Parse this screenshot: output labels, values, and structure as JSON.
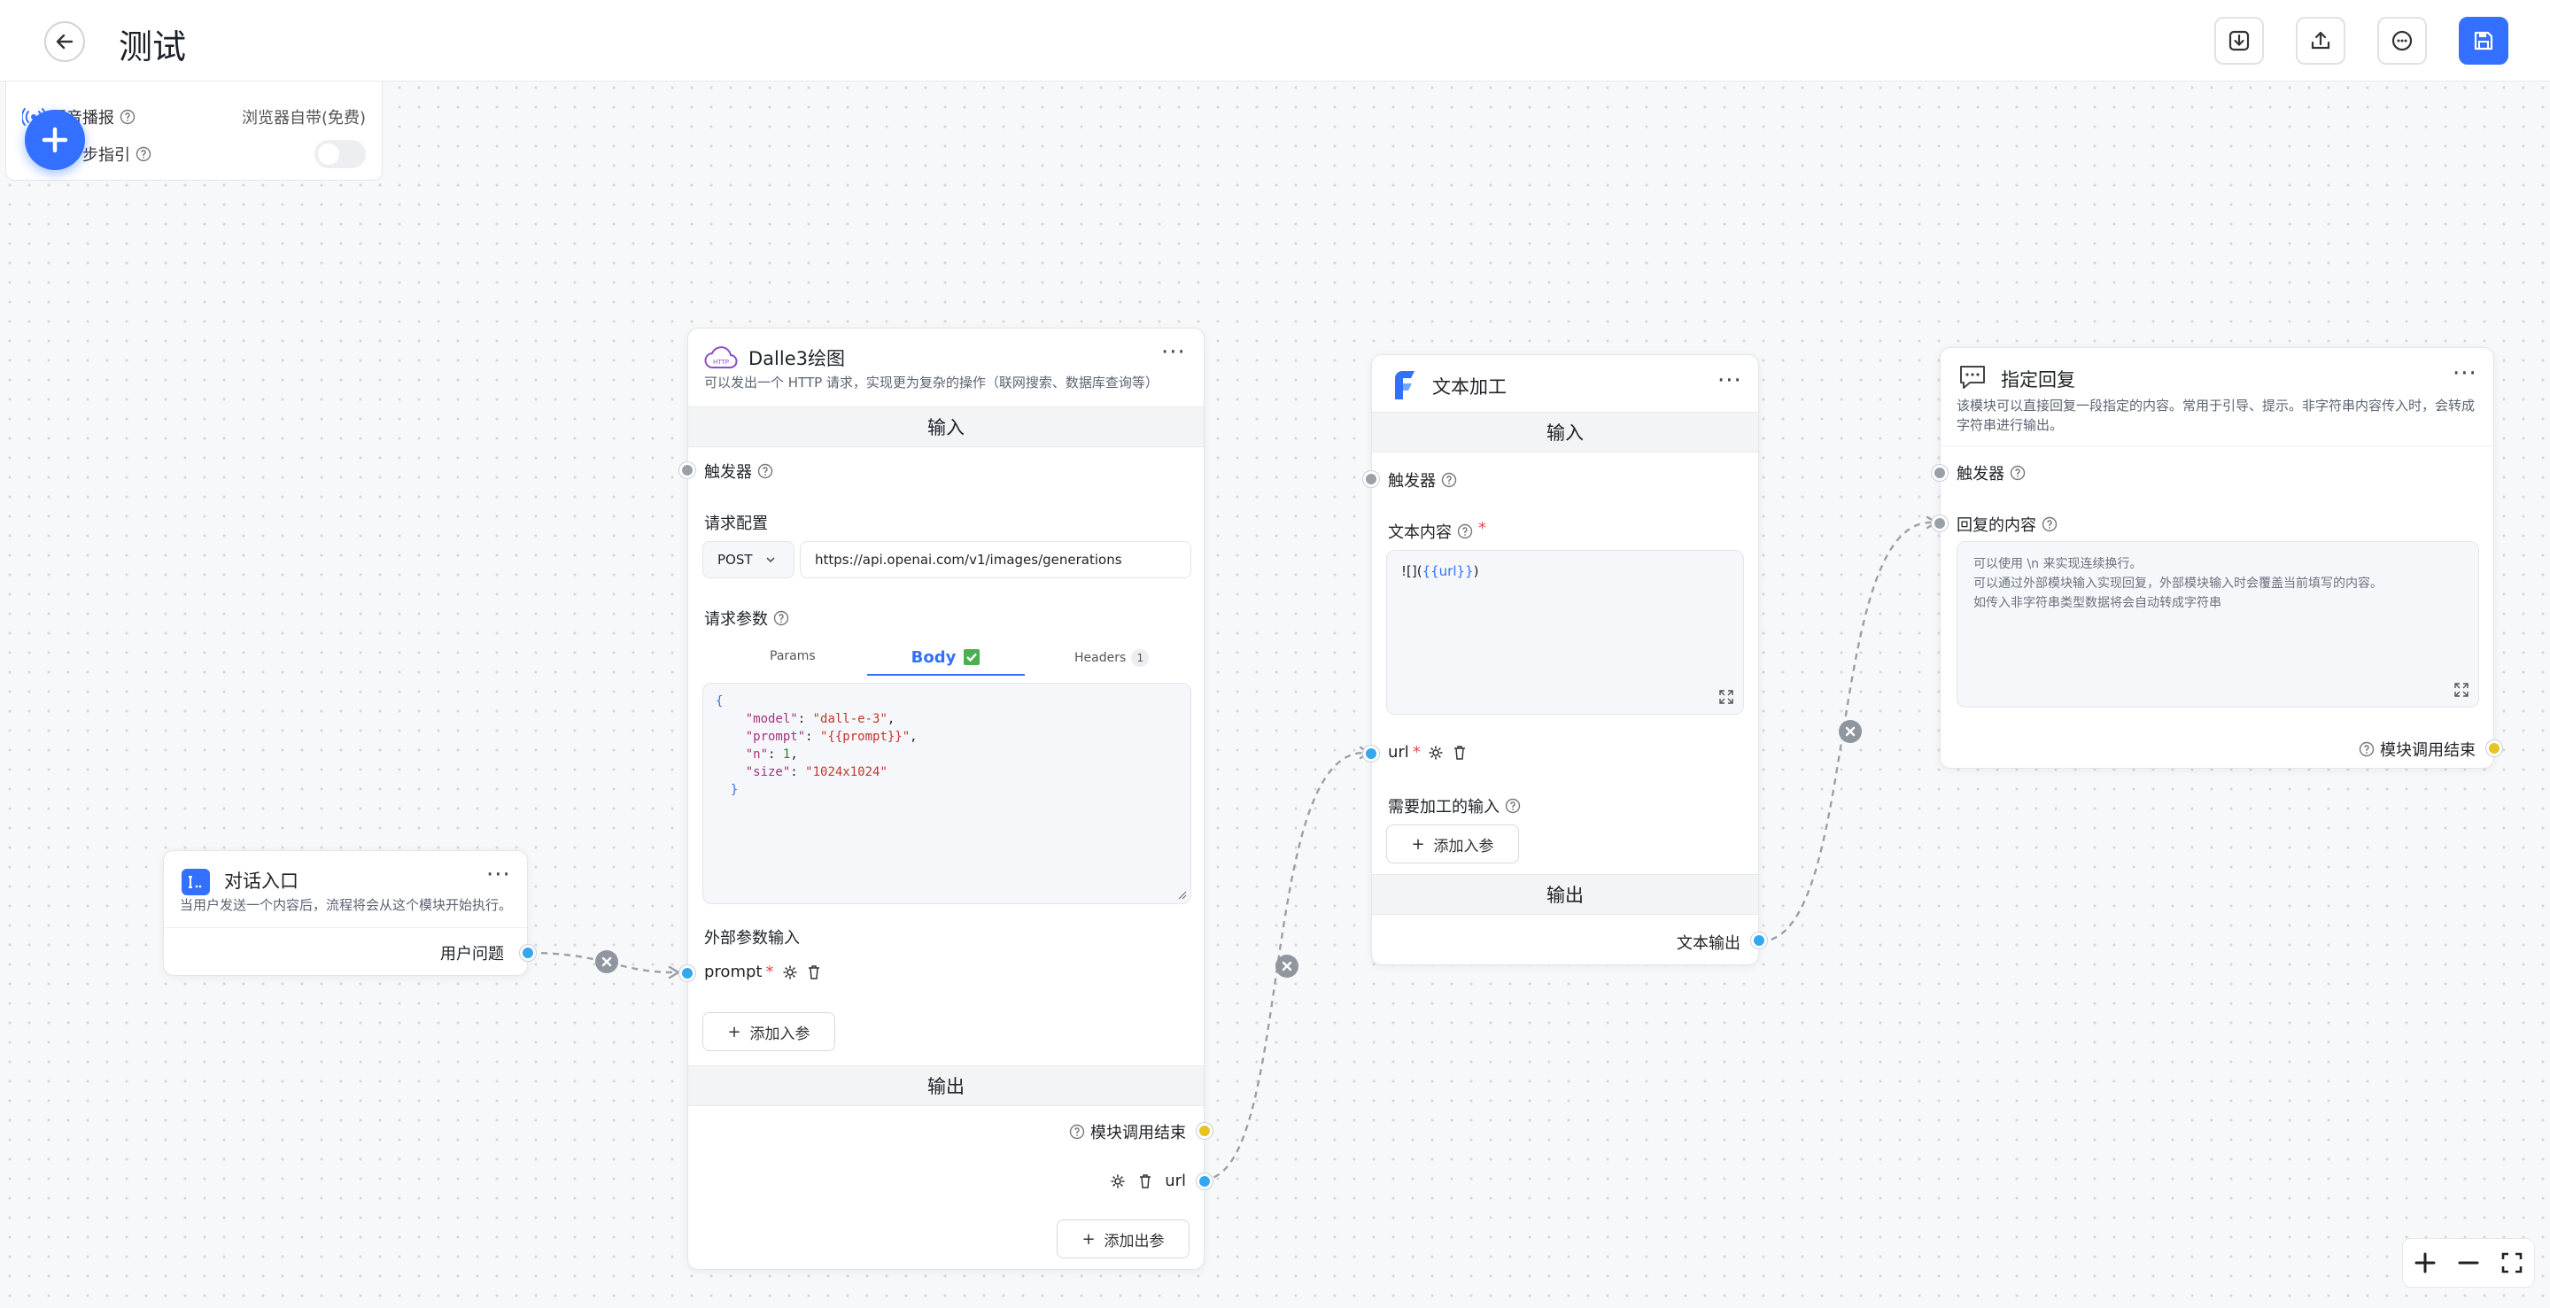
{
  "header": {
    "title": "测试"
  },
  "settings": {
    "voice_label": "语音播报",
    "voice_value": "浏览器自带(免费)",
    "guide_label": "步指引"
  },
  "chat_entry": {
    "title": "对话入口",
    "desc": "当用户发送一个内容后，流程将会从这个模块开始执行。",
    "output_label": "用户问题"
  },
  "http_node": {
    "title": "Dalle3绘图",
    "desc": "可以发出一个 HTTP 请求，实现更为复杂的操作（联网搜索、数据库查询等）",
    "input_section": "输入",
    "trigger_label": "触发器",
    "request_config_label": "请求配置",
    "method": "POST",
    "url": "https://api.openai.com/v1/images/generations",
    "request_params_label": "请求参数",
    "tabs": {
      "params": "Params",
      "body": "Body",
      "headers": "Headers",
      "headers_count": "1"
    },
    "body_json": {
      "open": "{",
      "close": "}",
      "lines": [
        {
          "key": "\"model\"",
          "value": "\"dall-e-3\"",
          "end": ","
        },
        {
          "key": "\"prompt\"",
          "value": "\"{{prompt}}\"",
          "end": ","
        },
        {
          "key": "\"n\"",
          "value": "1",
          "end": ","
        },
        {
          "key": "\"size\"",
          "value": "\"1024x1024\"",
          "end": ""
        }
      ]
    },
    "external_params_label": "外部参数输入",
    "param_name": "prompt",
    "add_param_label": "添加入参",
    "output_section": "输出",
    "module_end_label": "模块调用结束",
    "output_url_label": "url",
    "add_output_label": "添加出参"
  },
  "text_node": {
    "title": "文本加工",
    "input_section": "输入",
    "trigger_label": "触发器",
    "content_label": "文本内容",
    "content_value_prefix": "![](",
    "content_value_var": "{{url}}",
    "content_value_suffix": ")",
    "url_label": "url",
    "need_input_label": "需要加工的输入",
    "add_param_label": "添加入参",
    "output_section": "输出",
    "text_output_label": "文本输出"
  },
  "reply_node": {
    "title": "指定回复",
    "desc_line1": "该模块可以直接回复一段指定的内容。常用于引导、提示。非字符串内容传入时，会转成",
    "desc_line2": "字符串进行输出。",
    "trigger_label": "触发器",
    "content_label": "回复的内容",
    "placeholder_line1": "可以使用 \\n 来实现连续换行。",
    "placeholder_line2": "可以通过外部模块输入实现回复，外部模块输入时会覆盖当前填写的内容。",
    "placeholder_line3": "如传入非字符串类型数据将会自动转成字符串",
    "module_end_label": "模块调用结束"
  },
  "colors": {
    "primary": "#3370ff",
    "handle_blue": "#34a7ee",
    "handle_gray": "#9aa0a8",
    "handle_yellow": "#e6c421",
    "edge": "#9aa0a8"
  }
}
